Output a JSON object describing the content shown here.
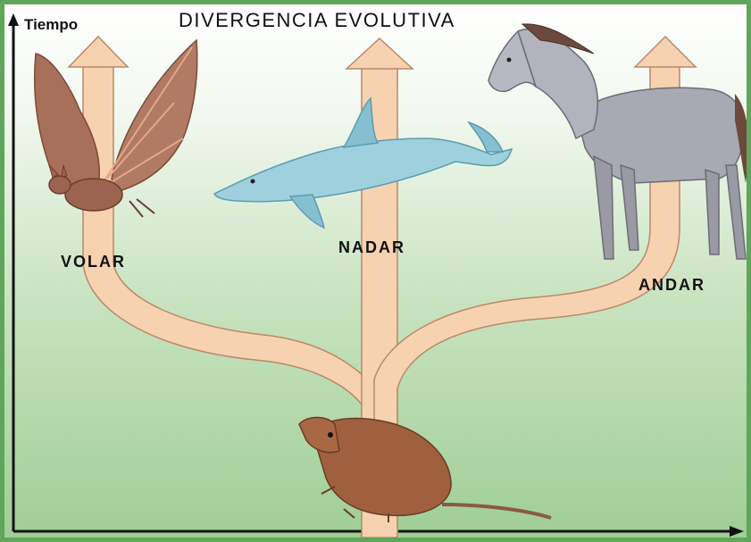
{
  "title": "DIVERGENCIA EVOLUTIVA",
  "y_axis_label": "Tiempo",
  "branches": [
    {
      "label": "VOLAR",
      "animal": "bat"
    },
    {
      "label": "NADAR",
      "animal": "dolphin"
    },
    {
      "label": "ANDAR",
      "animal": "horse"
    }
  ],
  "ancestor": "shrew",
  "colors": {
    "branch_fill": "#f7d2b0",
    "frame": "#5fa55b",
    "axis": "#111111"
  }
}
